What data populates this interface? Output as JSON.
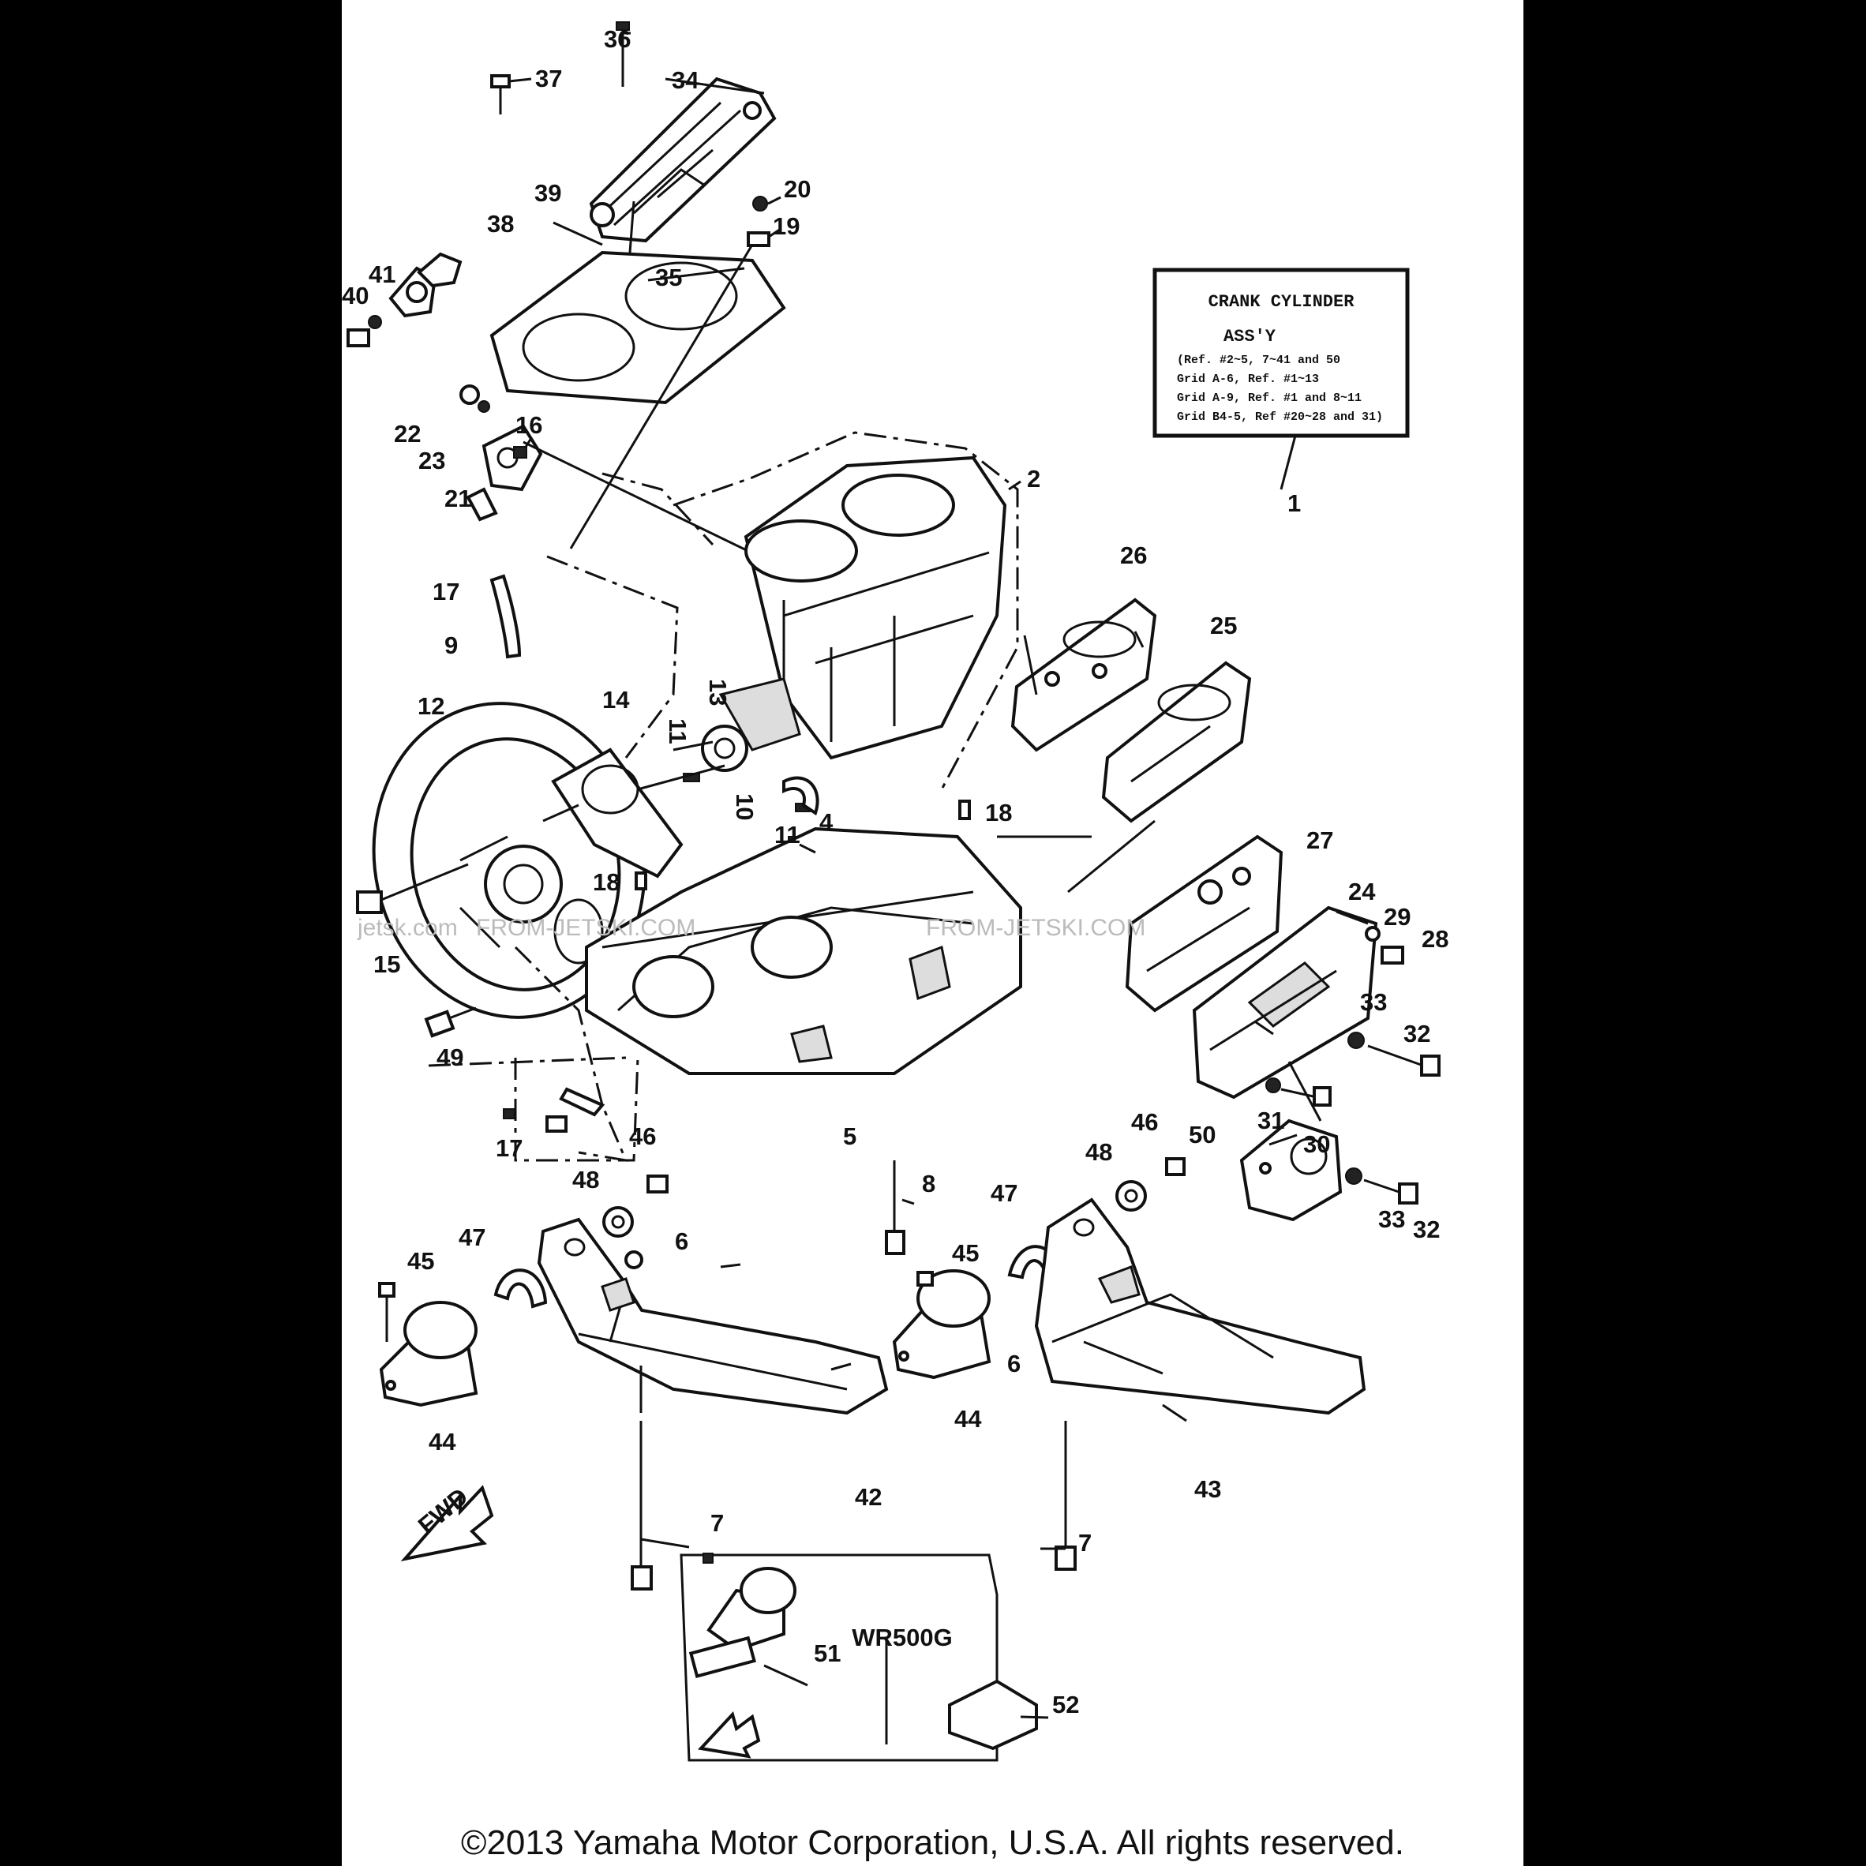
{
  "title_box": {
    "title": "CRANK CYLINDER",
    "subtitle": "ASS'Y",
    "notes": [
      "(Ref. #2~5, 7~41 and 50",
      "Grid A-6, Ref. #1~13",
      "Grid A-9, Ref. #1 and 8~11",
      "Grid B4-5, Ref #20~28 and 31)"
    ]
  },
  "variant_label": "WR500G",
  "fwd_label": "FWD",
  "watermarks": [
    "jetsk.com",
    "FROM-JETSKI.COM",
    "FROM-JETSKI.COM"
  ],
  "copyright": "©2013 Yamaha Motor Corporation, U.S.A. All rights reserved.",
  "callouts": {
    "c36": "36",
    "c37": "37",
    "c34": "34",
    "c39": "39",
    "c38": "38",
    "c41": "41",
    "c40": "40",
    "c35": "35",
    "c20": "20",
    "c19": "19",
    "c22": "22",
    "c23": "23",
    "c21": "21",
    "c16": "16",
    "c2": "2",
    "c1": "1",
    "c17a": "17",
    "c9": "9",
    "c26": "26",
    "c25": "25",
    "c12": "12",
    "c14": "14",
    "c11a": "11",
    "c13": "13",
    "c10": "10",
    "c11b": "11",
    "c4": "4",
    "c18a": "18",
    "c18b": "18",
    "c27": "27",
    "c15": "15",
    "c24": "24",
    "c29": "29",
    "c28": "28",
    "c33a": "33",
    "c32a": "32",
    "c49": "49",
    "c31": "31",
    "c30": "30",
    "c17b": "17",
    "c5": "5",
    "c46a": "46",
    "c48a": "48",
    "c50": "50",
    "c46b": "46",
    "c48b": "48",
    "c8": "8",
    "c47a": "47",
    "c6a": "6",
    "c47b": "47",
    "c33b": "33",
    "c32b": "32",
    "c45a": "45",
    "c45b": "45",
    "c6b": "6",
    "c44a": "44",
    "c44b": "44",
    "c42": "42",
    "c43": "43",
    "c7a": "7",
    "c7b": "7",
    "c51": "51",
    "c52": "52"
  }
}
